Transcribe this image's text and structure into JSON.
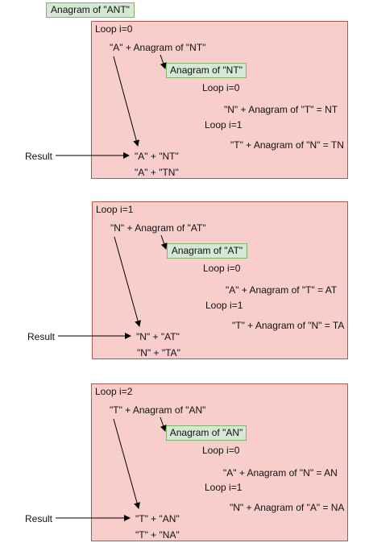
{
  "title": "Anagram of \"ANT\"",
  "result_label": "Result",
  "sections": [
    {
      "loop_label": "Loop i=0",
      "expression": "\"A\" + Anagram of \"NT\"",
      "sub_call": "Anagram of \"NT\"",
      "inner_loop_0": "Loop i=0",
      "inner_line_0": "\"N\" + Anagram of \"T\" = NT",
      "inner_loop_1": "Loop i=1",
      "inner_line_1": "\"T\" + Anagram of \"N\" = TN",
      "result_1": "\"A\" +  \"NT\"",
      "result_2": "\"A\" +  \"TN\""
    },
    {
      "loop_label": "Loop i=1",
      "expression": "\"N\" + Anagram of \"AT\"",
      "sub_call": "Anagram of \"AT\"",
      "inner_loop_0": "Loop i=0",
      "inner_line_0": "\"A\" + Anagram of \"T\" = AT",
      "inner_loop_1": "Loop i=1",
      "inner_line_1": "\"T\" + Anagram of \"N\" = TA",
      "result_1": "\"N\" +  \"AT\"",
      "result_2": "\"N\" +  \"TA\""
    },
    {
      "loop_label": "Loop i=2",
      "expression": "\"T\" + Anagram of \"AN\"",
      "sub_call": "Anagram of \"AN\"",
      "inner_loop_0": "Loop i=0",
      "inner_line_0": "\"A\" + Anagram of \"N\" = AN",
      "inner_loop_1": "Loop i=1",
      "inner_line_1": "\"N\" + Anagram of \"A\" = NA",
      "result_1": "\"T\" +  \"AN\"",
      "result_2": "\"T\" +  \"NA\""
    }
  ],
  "colors": {
    "panel_fill": "#f8cecc",
    "panel_stroke": "#b85450",
    "box_fill": "#d5e8d4",
    "box_stroke": "#82b366"
  }
}
